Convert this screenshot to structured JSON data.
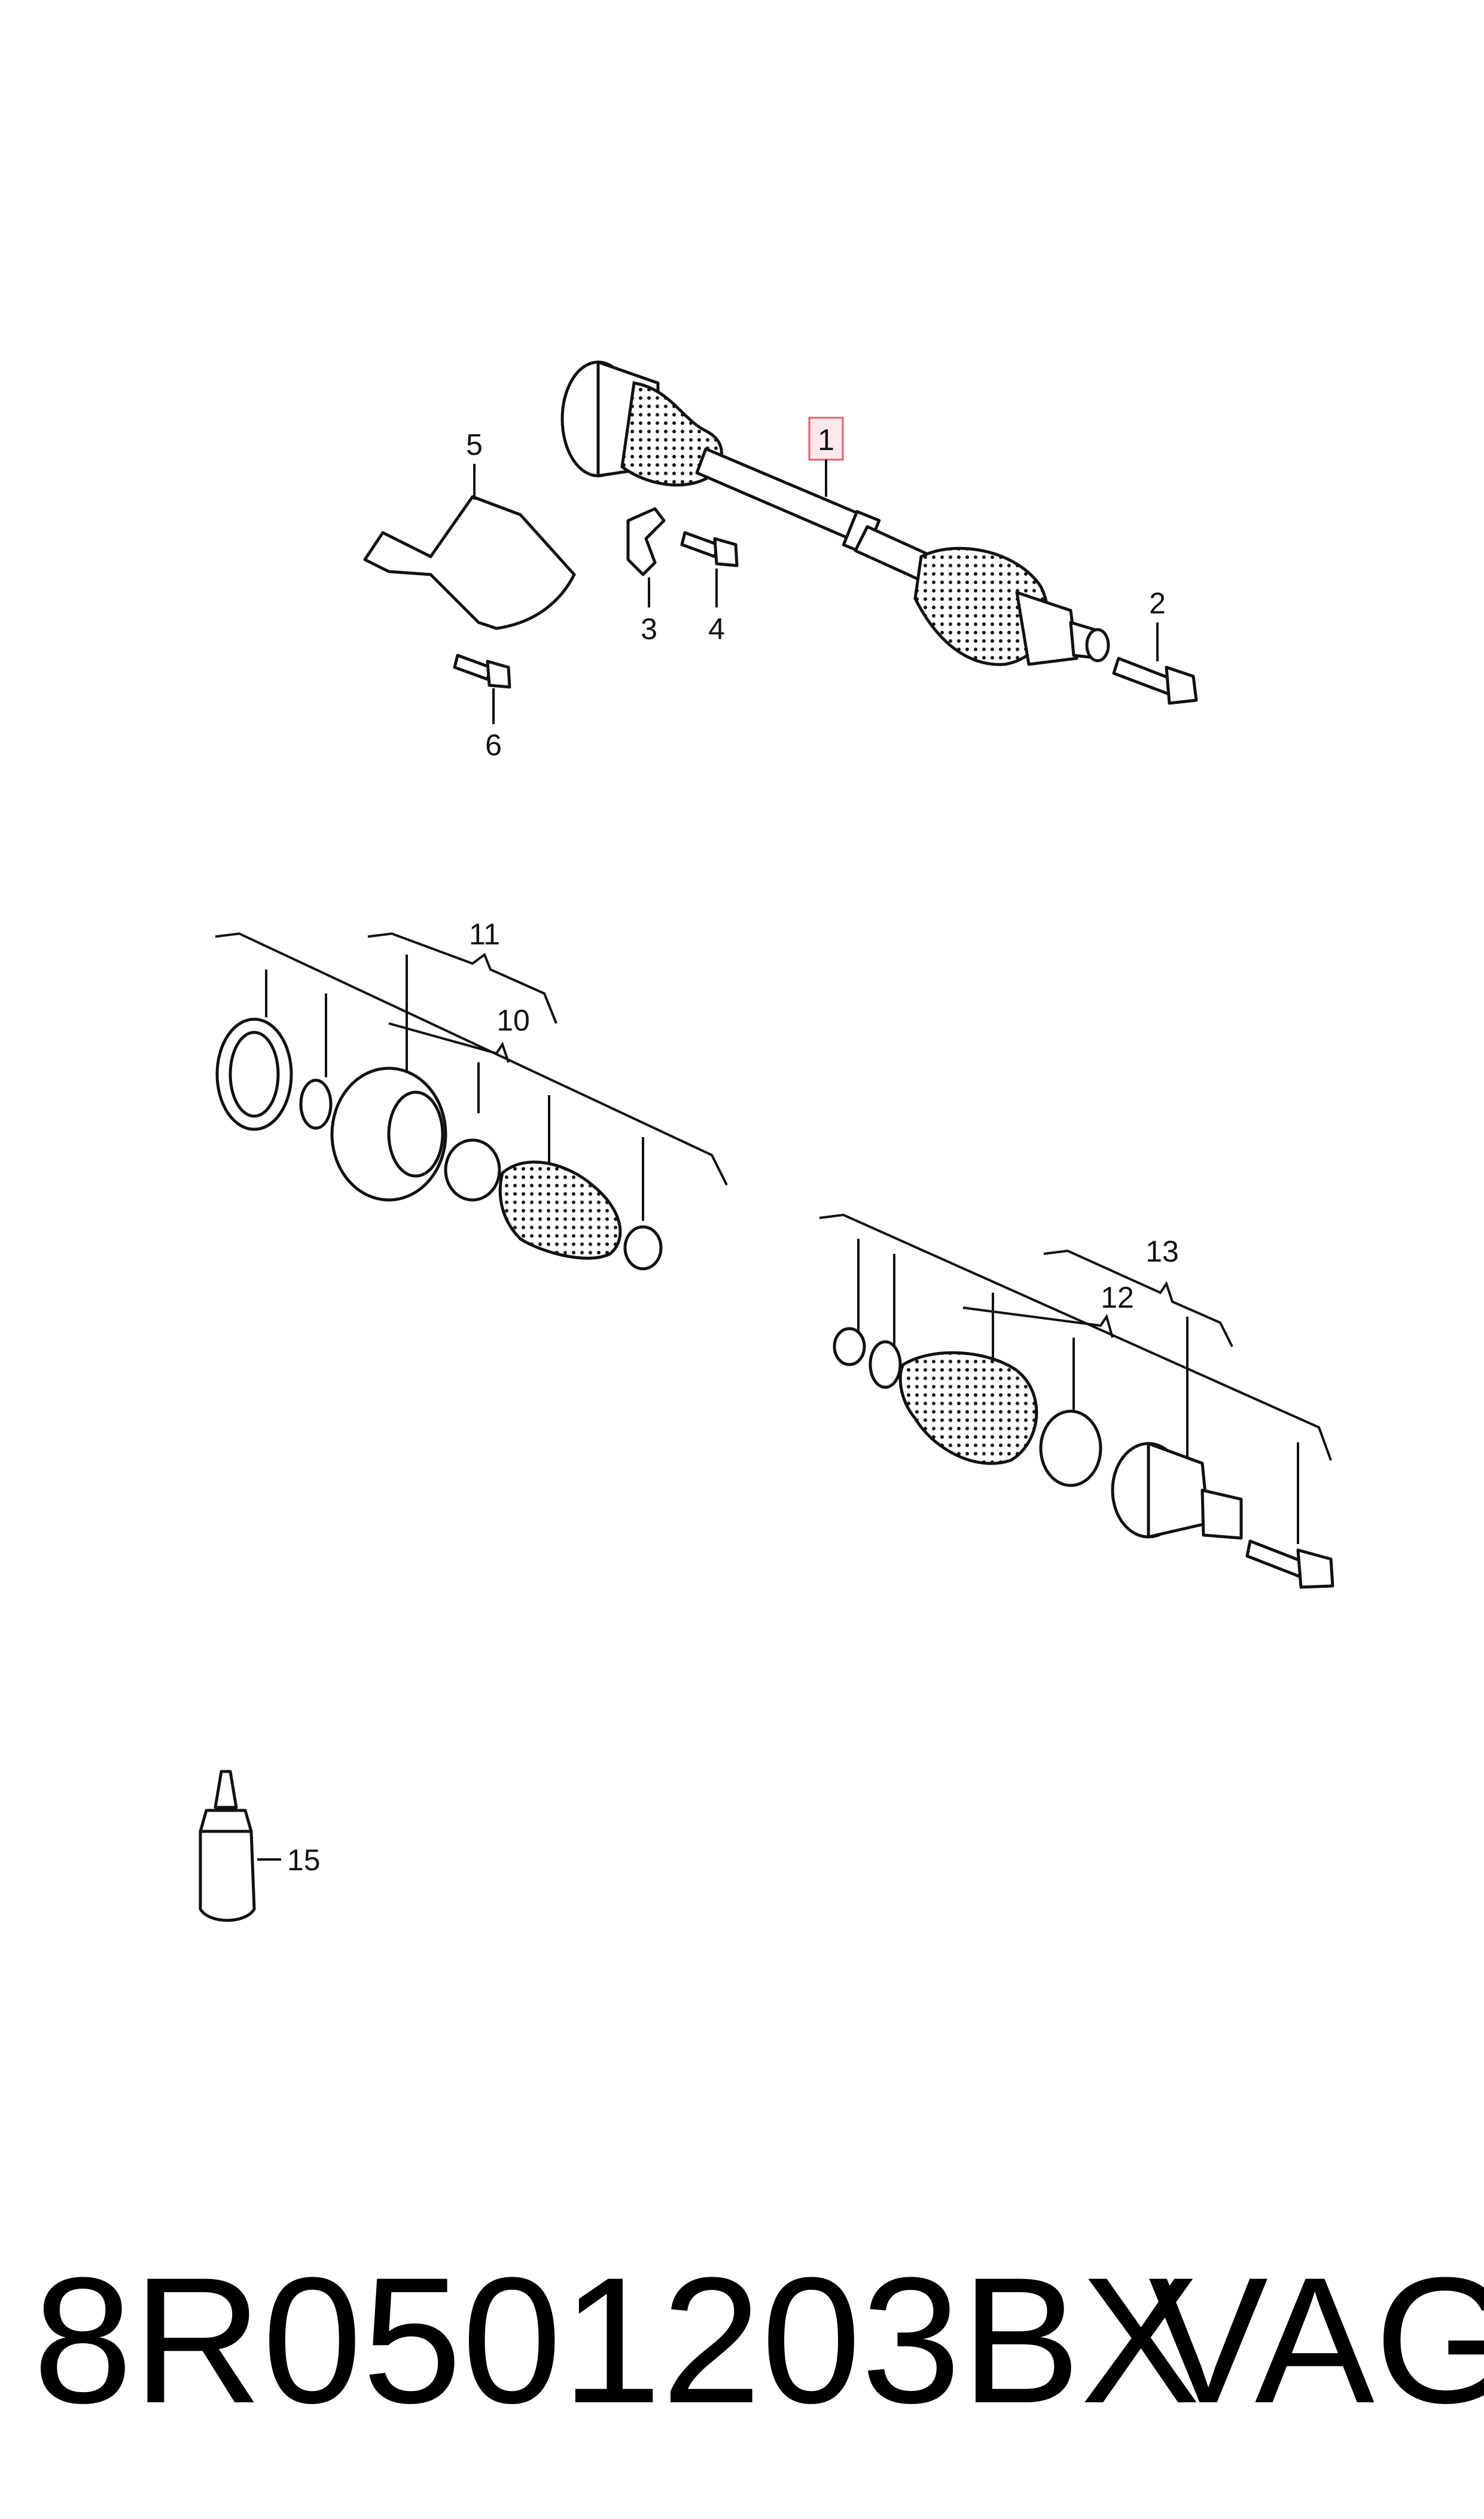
{
  "diagram": {
    "callouts": {
      "c1": "1",
      "c2": "2",
      "c3": "3",
      "c4": "4",
      "c5": "5",
      "c6": "6",
      "c10": "10",
      "c11": "11",
      "c12": "12",
      "c13": "13",
      "c15": "15"
    }
  },
  "footer": {
    "part_number": "8R0501203BX",
    "brand": "VAG"
  }
}
